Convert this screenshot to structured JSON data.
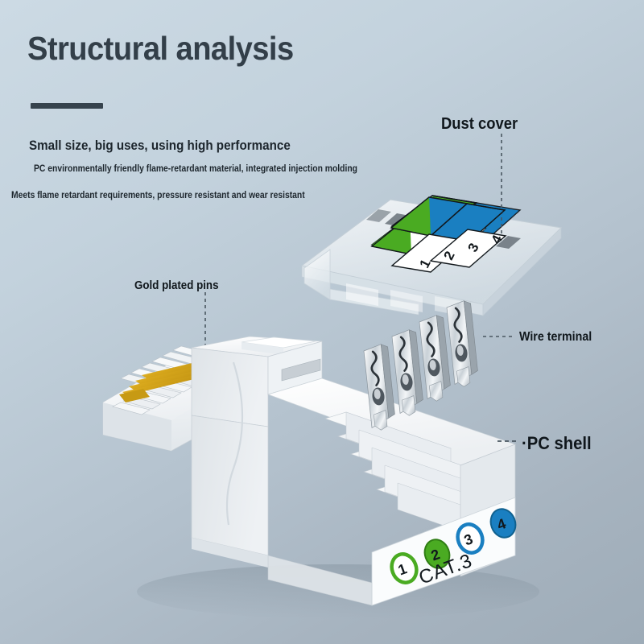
{
  "header": {
    "title": "Structural analysis",
    "subtitle_main": "Small size, big uses, using high performance",
    "subtitle_line2": "PC environmentally friendly flame-retardant material, integrated injection molding",
    "subtitle_line3": "Meets flame retardant requirements, pressure resistant and wear resistant"
  },
  "callouts": {
    "dust_cover": "Dust cover",
    "gold_pins": "Gold plated pins",
    "wire_terminal": "Wire terminal",
    "pc_shell": "·PC shell"
  },
  "product": {
    "category_label": "CAT.3",
    "port_numbers": [
      "1",
      "2",
      "3",
      "4"
    ],
    "dust_cover_numbers": [
      "1",
      "2",
      "3",
      "4"
    ]
  },
  "colors": {
    "background_top": "#ccdae4",
    "background_bottom": "#9eacb8",
    "title_text": "#333f49",
    "body_text": "#10171c",
    "rule": "#36434d",
    "wire_green": "#4aab22",
    "wire_blue": "#1a7fc1",
    "gold_pin": "#d8a81c",
    "shell_white": "#f4f6f8",
    "metal_grey": "#b9c2c9",
    "leader_line": "#4a5761"
  },
  "pin_pairs": [
    {
      "number": "1",
      "color": "#4aab22",
      "fill": "white",
      "outline": "#4aab22"
    },
    {
      "number": "2",
      "color": "#4aab22",
      "fill": "#4aab22",
      "outline": "#2f7d14"
    },
    {
      "number": "3",
      "color": "#1a7fc1",
      "fill": "white",
      "outline": "#1a7fc1"
    },
    {
      "number": "4",
      "color": "#1a7fc1",
      "fill": "#1a7fc1",
      "outline": "#10618f"
    }
  ]
}
